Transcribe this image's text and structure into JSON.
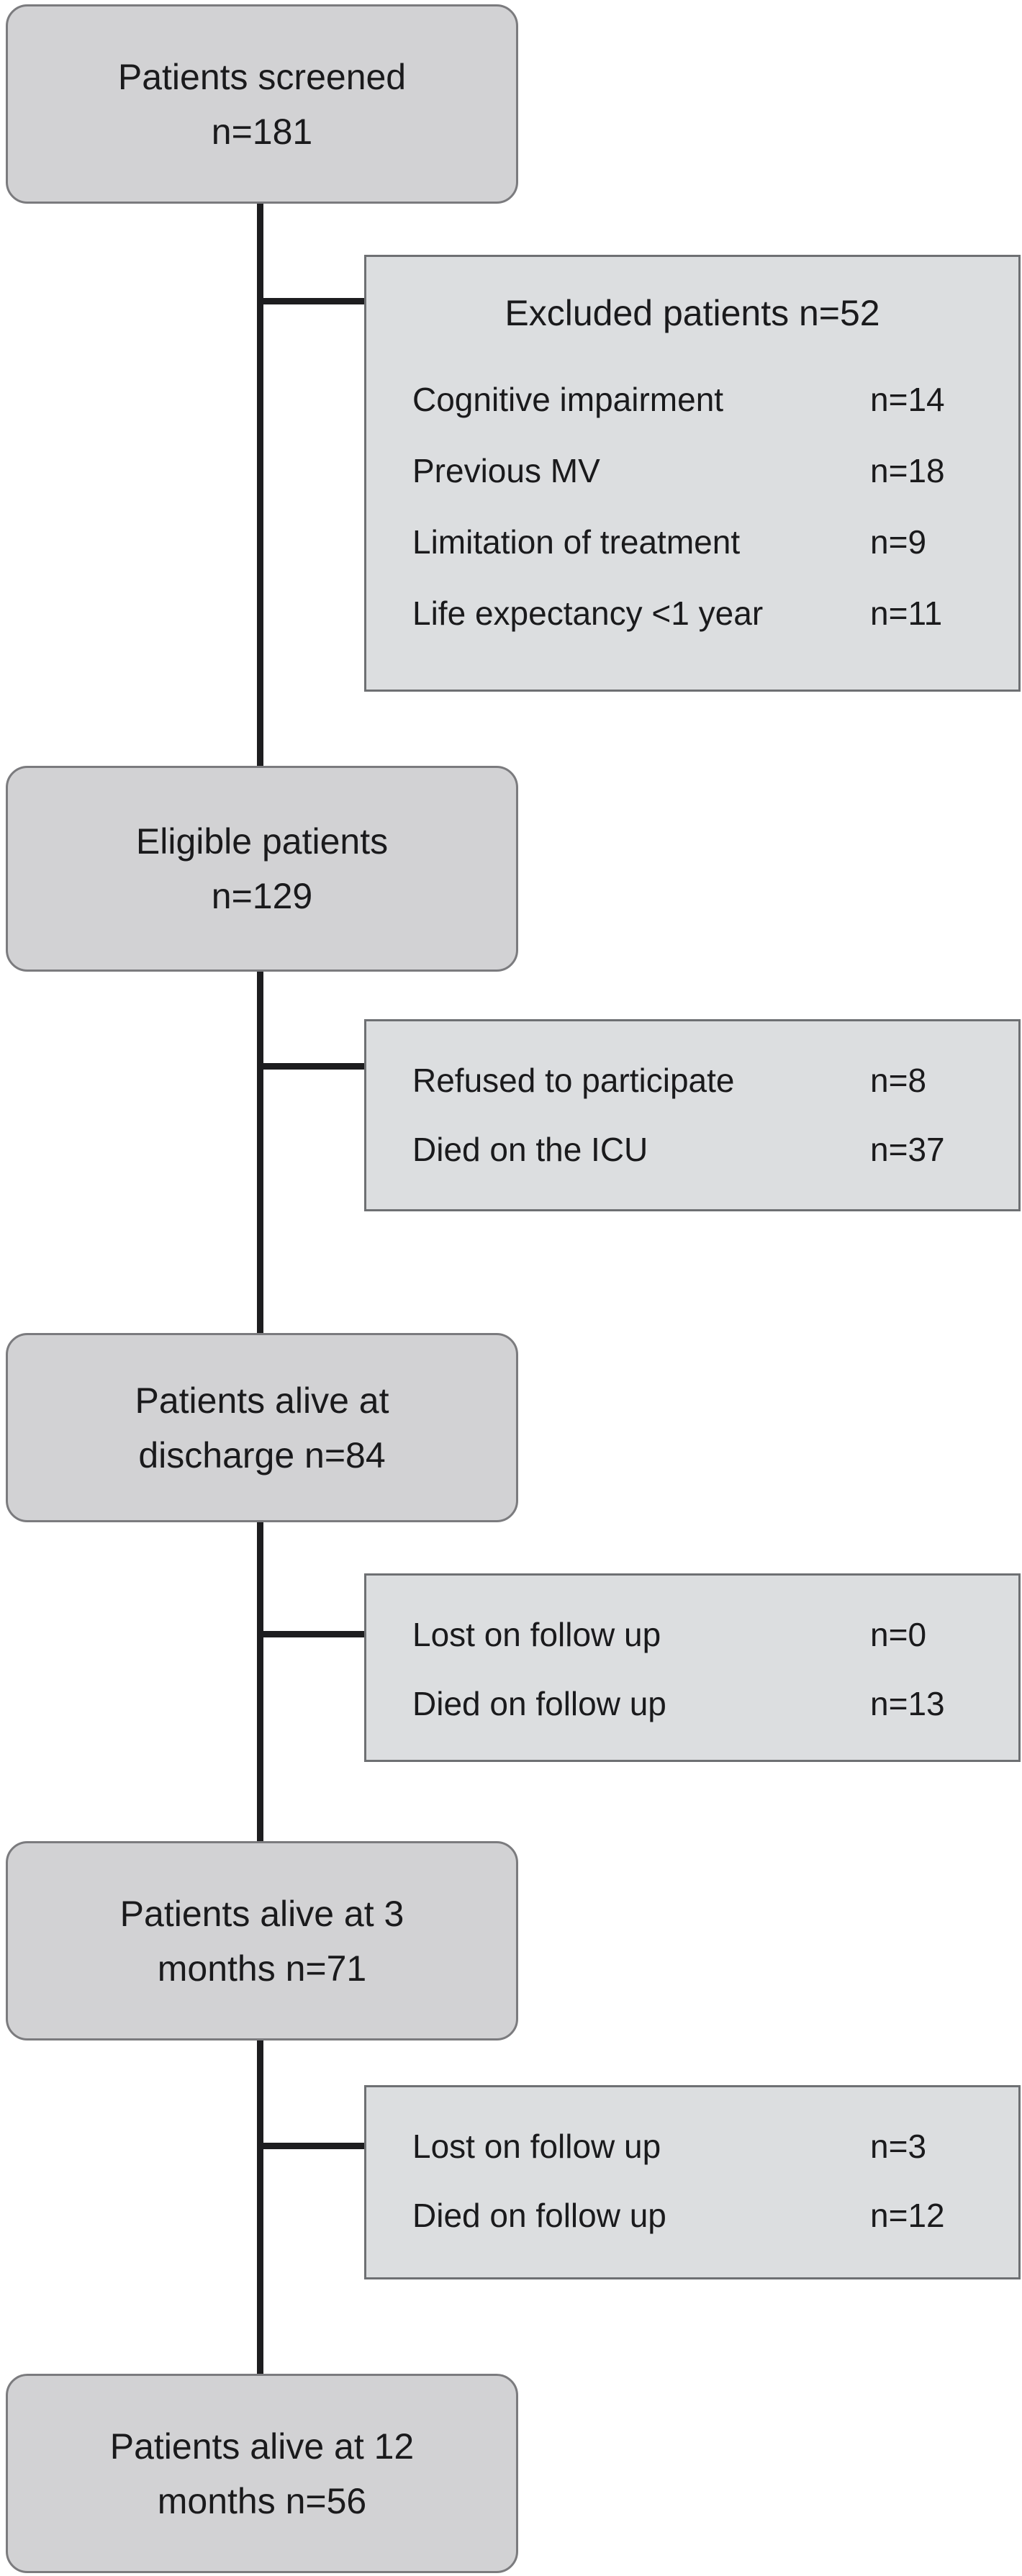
{
  "figure": {
    "type": "patient-flow-diagram",
    "colors": {
      "background": "#ffffff",
      "text": "#1a1a1c",
      "connector": "#1d1d1f",
      "main_box_fill": "#d2d2d4",
      "main_box_border": "#7b7b7e",
      "side_box_fill": "#dcdee0",
      "side_box_border": "#6e7073"
    },
    "main_boxes": [
      {
        "lines": [
          "Patients screened",
          "n=181"
        ]
      },
      {
        "lines": [
          "Eligible patients",
          "n=129"
        ]
      },
      {
        "lines": [
          "Patients alive at",
          "discharge n=84"
        ]
      },
      {
        "lines": [
          "Patients alive at 3",
          "months n=71"
        ]
      },
      {
        "lines": [
          "Patients alive at 12",
          "months n=56"
        ]
      }
    ],
    "side_boxes": [
      {
        "title": "Excluded patients n=52",
        "rows": [
          {
            "label": "Cognitive impairment",
            "value": "n=14"
          },
          {
            "label": "Previous MV",
            "value": "n=18"
          },
          {
            "label": "Limitation of treatment",
            "value": "n=9"
          },
          {
            "label": "Life expectancy <1 year",
            "value": "n=11"
          }
        ]
      },
      {
        "rows": [
          {
            "label": "Refused to participate",
            "value": "n=8"
          },
          {
            "label": "Died on the ICU",
            "value": "n=37"
          }
        ]
      },
      {
        "rows": [
          {
            "label": "Lost on follow up",
            "value": "n=0"
          },
          {
            "label": "Died on follow up",
            "value": "n=13"
          }
        ]
      },
      {
        "rows": [
          {
            "label": "Lost on follow up",
            "value": "n=3"
          },
          {
            "label": "Died on follow up",
            "value": "n=12"
          }
        ]
      }
    ]
  }
}
